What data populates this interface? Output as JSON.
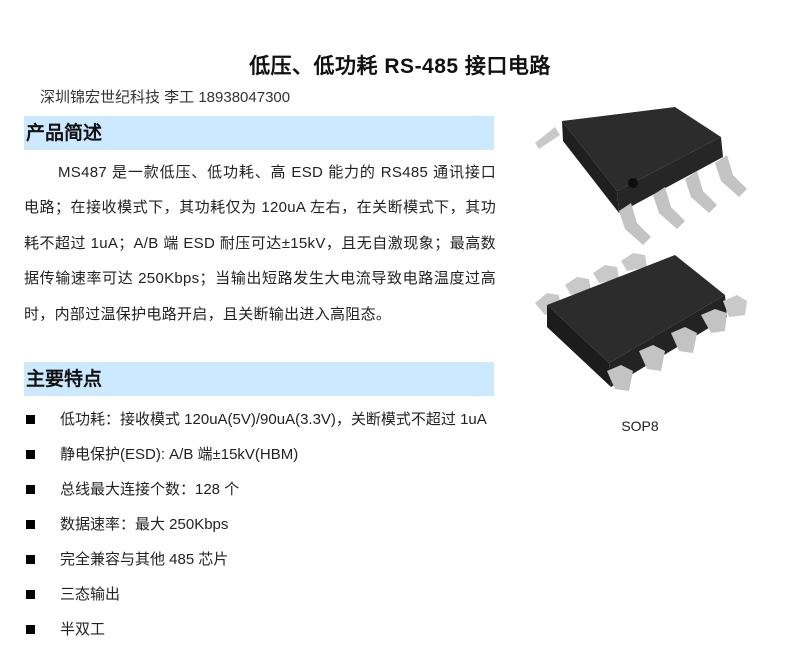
{
  "document": {
    "title": "低压、低功耗 RS-485 接口电路",
    "author_line": "深圳锦宏世纪科技 李工 18938047300"
  },
  "sections": {
    "overview": {
      "heading": "产品简述",
      "paragraph": "MS487 是一款低压、低功耗、高 ESD 能力的 RS485 通讯接口电路；在接收模式下，其功耗仅为 120uA 左右，在关断模式下，其功耗不超过 1uA；A/B 端 ESD 耐压可达±15kV，且无自激现象；最高数据传输速率可达 250Kbps；当输出短路发生大电流导致电路温度过高时，内部过温保护电路开启，且关断输出进入高阻态。"
    },
    "features": {
      "heading": "主要特点",
      "items": [
        "低功耗：接收模式 120uA(5V)/90uA(3.3V)，关断模式不超过 1uA",
        "静电保护(ESD): A/B 端±15kV(HBM)",
        "总线最大连接个数：128 个",
        "数据速率：最大 250Kbps",
        "完全兼容与其他 485 芯片",
        "三态输出",
        "半双工"
      ]
    }
  },
  "figure": {
    "caption": "SOP8",
    "image_alt": "SOP8 package chip photos (top and bottom views)"
  }
}
